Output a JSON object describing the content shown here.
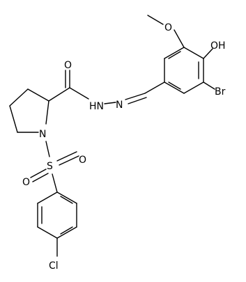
{
  "colors": {
    "bond": "#000000",
    "background": "#ffffff",
    "text": "#000000"
  },
  "atoms": {
    "methoxy_o": "O",
    "hydroxyl": "OH",
    "bromo": "Br",
    "carbonyl_o": "O",
    "hydrazide_nh": "HN",
    "imine_n": "N",
    "pyrrolidine_n": "N",
    "sulfonyl_s": "S",
    "sulfonyl_o_upper": "O",
    "sulfonyl_o_lower": "O",
    "chloro": "Cl"
  }
}
